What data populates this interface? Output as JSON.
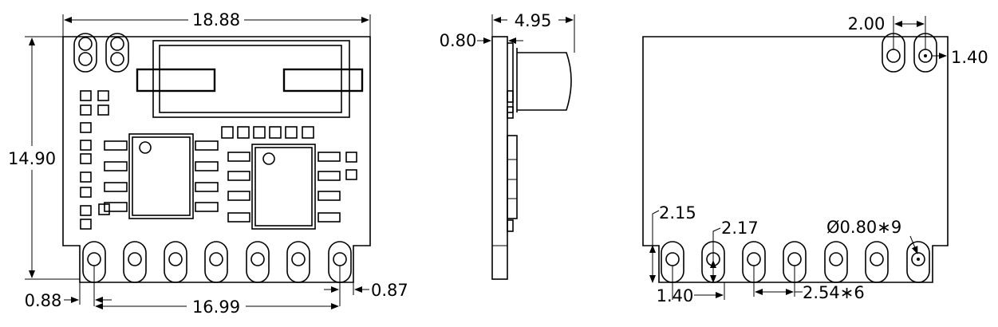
{
  "front_view": {
    "dim_total_width": "18.88",
    "dim_height": "14.90",
    "dim_pad_span": "16.99",
    "dim_left_offset": "0.88",
    "dim_right_offset": "0.87"
  },
  "side_view": {
    "dim_depth": "4.95",
    "dim_pcb_thickness": "0.80"
  },
  "bottom_view": {
    "dim_top_hole_pitch": "2.00",
    "dim_top_hole_offset": "1.40",
    "dim_edge_to_pad": "2.15",
    "dim_hole_depth": "2.17",
    "dim_hole_diameter": "Ø0.80∗9",
    "dim_bottom_offset": "1.40",
    "dim_pad_pitch": "2.54∗6"
  }
}
